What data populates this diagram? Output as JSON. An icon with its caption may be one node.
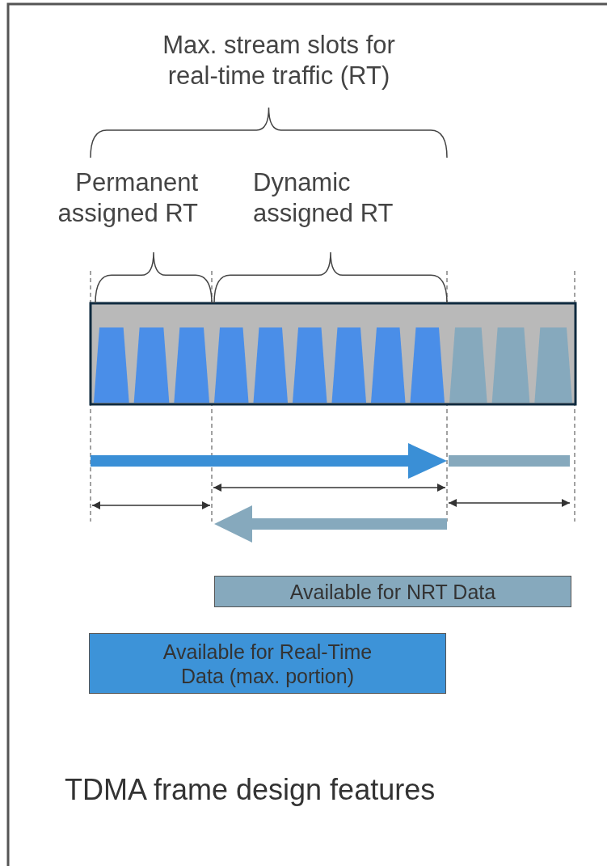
{
  "diagram": {
    "caption": "TDMA frame design features",
    "nodes": [
      {
        "text": [
          "Available for NRT Data"
        ]
      },
      {
        "text": [
          "Available for Real-Time Data (max. portion)"
        ]
      }
    ],
    "labels": [
      "Max. stream slots for real-time traffic (RT)",
      "Permanent assigned RT",
      "Dynamic assigned RT"
    ]
  }
}
